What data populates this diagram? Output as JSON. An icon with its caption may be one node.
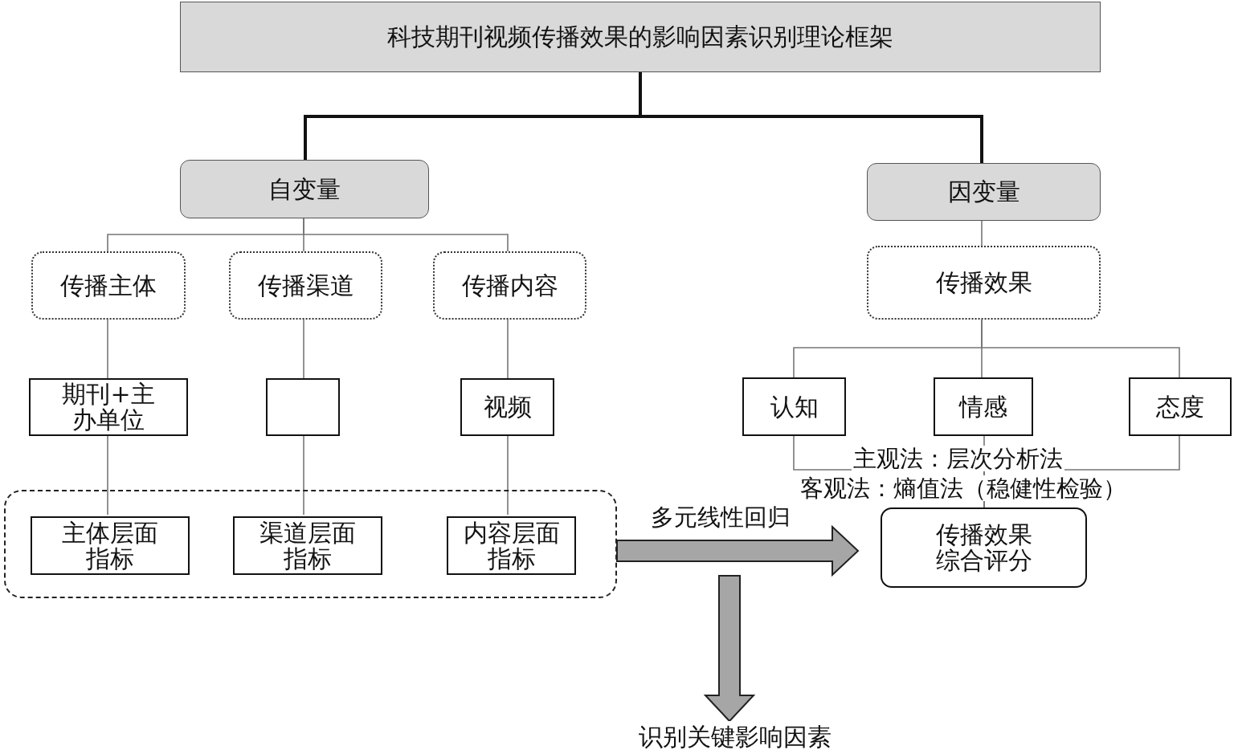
{
  "diagram": {
    "nodes": [
      {
        "text": [
          "科技期刊视频传播效果的影响因素识别理论框架"
        ]
      },
      {
        "text": [
          "自变量"
        ]
      },
      {
        "text": [
          "因变量"
        ]
      },
      {
        "text": [
          "传播主体"
        ]
      },
      {
        "text": [
          "传播渠道"
        ]
      },
      {
        "text": [
          "传播内容"
        ]
      },
      {
        "text": [
          "传播效果"
        ]
      },
      {
        "text": [
          "期刊+主办单位"
        ]
      },
      {
        "text": [],
        "shape": "box"
      },
      {
        "text": [
          "视频"
        ]
      },
      {
        "text": [
          "认知"
        ]
      },
      {
        "text": [
          "情感"
        ]
      },
      {
        "text": [
          "态度"
        ]
      },
      {
        "text": [],
        "shape": "box"
      },
      {
        "text": [
          "主体层面指标"
        ],
        "in": 13
      },
      {
        "text": [
          "渠道层面指标"
        ],
        "in": 13
      },
      {
        "text": [
          "内容层面指标"
        ],
        "in": 13
      },
      {
        "text": [
          "传播效果综合评分"
        ]
      },
      {
        "text": [
          "识别关键影响因素"
        ]
      }
    ],
    "edges": [
      {
        "from": 0,
        "to": 1,
        "arrow": "none",
        "style": "thick",
        "color": "#111111"
      },
      {
        "from": 0,
        "to": 2,
        "arrow": "none",
        "style": "thick",
        "color": "#111111"
      },
      {
        "from": 1,
        "to": 3,
        "arrow": "none"
      },
      {
        "from": 1,
        "to": 4,
        "arrow": "none"
      },
      {
        "from": 1,
        "to": 5,
        "arrow": "none"
      },
      {
        "from": 3,
        "to": 7,
        "arrow": "none"
      },
      {
        "from": 4,
        "to": 8,
        "arrow": "none"
      },
      {
        "from": 5,
        "to": 9,
        "arrow": "none"
      },
      {
        "from": 7,
        "to": 14,
        "arrow": "none"
      },
      {
        "from": 8,
        "to": 15,
        "arrow": "none"
      },
      {
        "from": 9,
        "to": 16,
        "arrow": "none"
      },
      {
        "from": 2,
        "to": 6,
        "arrow": "none"
      },
      {
        "from": 6,
        "to": 10,
        "arrow": "none"
      },
      {
        "from": 6,
        "to": 11,
        "arrow": "none"
      },
      {
        "from": 6,
        "to": 12,
        "arrow": "none"
      },
      {
        "from": 10,
        "to": 17,
        "arrow": "none"
      },
      {
        "from": 11,
        "to": 17,
        "arrow": "none"
      },
      {
        "from": 12,
        "to": 17,
        "arrow": "none"
      },
      {
        "from": 13,
        "to": 17,
        "arrow": "to",
        "label": "多元线性回归",
        "style": "thick",
        "color": "#a6a6a6"
      },
      {
        "from": null,
        "to": 18,
        "arrow": "to",
        "style": "thick",
        "color": "#a6a6a6"
      }
    ],
    "labels": [
      "主观法：层次分析法",
      "客观法：熵值法（稳健性检验）"
    ]
  }
}
